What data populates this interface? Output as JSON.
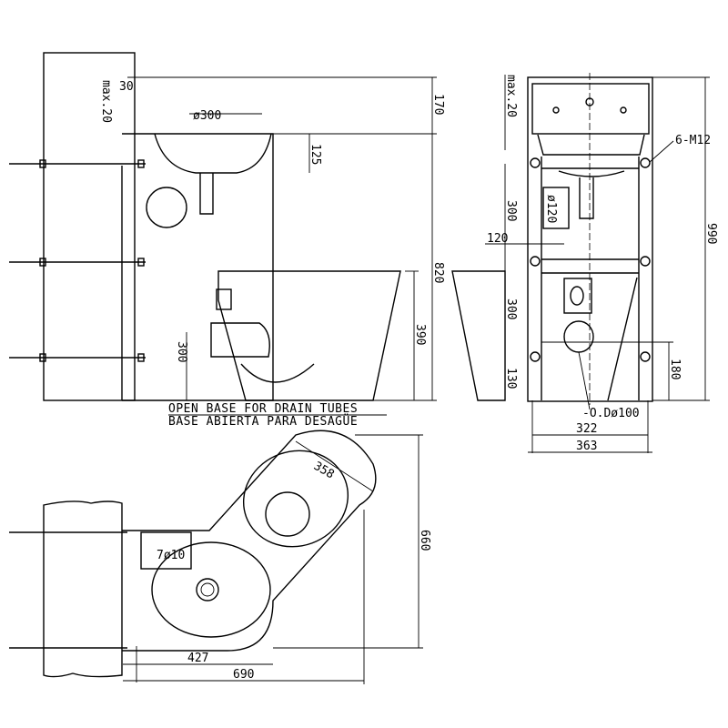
{
  "side_view": {
    "max_offset": "max.20",
    "wall_gap": "30",
    "basin_diameter": "ø300",
    "top_height": "170",
    "basin_depth": "125",
    "total_height": "820",
    "bowl_height": "390",
    "drain_height": "300",
    "note_en": "OPEN BASE FOR DRAIN TUBES",
    "note_es": "BASE ABIERTA PARA DESAGÜE"
  },
  "front_view": {
    "max_offset": "max.20",
    "bolts": "6-M12",
    "total_height": "990",
    "upper_spacing": "300",
    "access_diameter": "ø120",
    "access_offset": "120",
    "lower_spacing": "300",
    "bottom_offset": "130",
    "outlet_height": "180",
    "outlet_diameter": "-O.Dø100",
    "inner_width": "322",
    "outer_width": "363"
  },
  "plan_view": {
    "bowl_diameter": "358",
    "tap_hole": "7ø10",
    "depth": "660",
    "basin_width": "427",
    "total_width": "690"
  }
}
